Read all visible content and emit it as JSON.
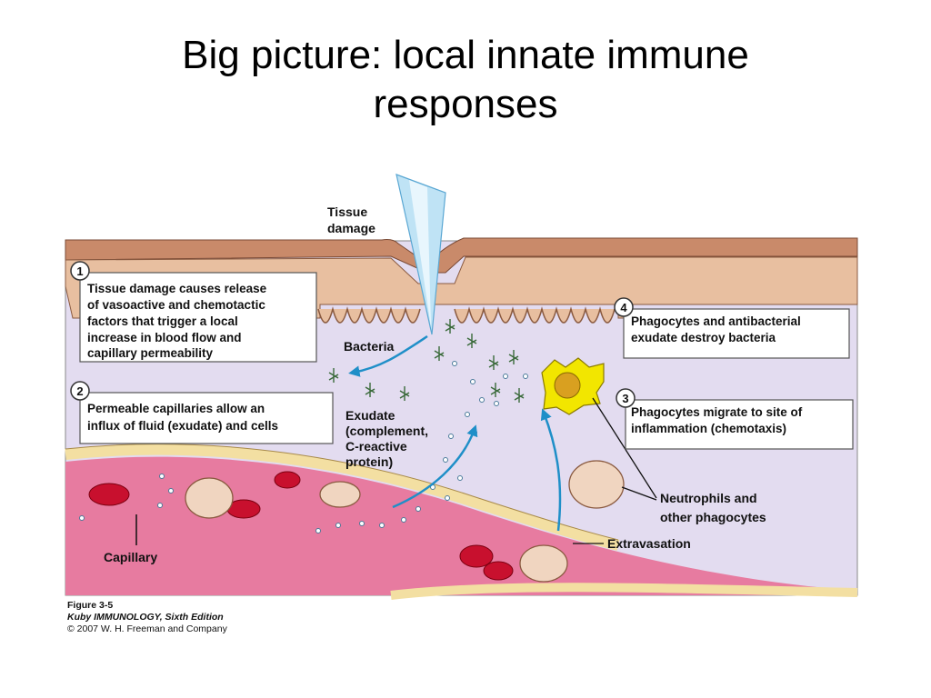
{
  "title": {
    "line1": "Big picture: local innate immune",
    "line2": "responses"
  },
  "labels": {
    "tissue_damage_1": "Tissue",
    "tissue_damage_2": "damage",
    "bacteria": "Bacteria",
    "exudate_1": "Exudate",
    "exudate_2": "(complement,",
    "exudate_3": "C-reactive",
    "exudate_4": "protein)",
    "neutrophils_1": "Neutrophils and",
    "neutrophils_2": "other phagocytes",
    "extravasation": "Extravasation",
    "capillary": "Capillary"
  },
  "steps": [
    {
      "number": "1",
      "lines": [
        "Tissue damage causes release",
        "of vasoactive and chemotactic",
        "factors that trigger a local",
        "increase in blood flow and",
        "capillary permeability"
      ]
    },
    {
      "number": "2",
      "lines": [
        "Permeable capillaries allow an",
        "influx of fluid (exudate) and cells"
      ]
    },
    {
      "number": "3",
      "lines": [
        "Phagocytes migrate to site of",
        "inflammation (chemotaxis)"
      ]
    },
    {
      "number": "4",
      "lines": [
        "Phagocytes and antibacterial",
        "exudate destroy bacteria"
      ]
    }
  ],
  "caption": {
    "figure": "Figure 3-5",
    "book": "Kuby IMMUNOLOGY, Sixth Edition",
    "copyright": "© 2007 W. H. Freeman and Company"
  },
  "colors": {
    "skin": "#c98a6a",
    "epithelium": "#e8bfa0",
    "tissue_bg": "#e3dcf0",
    "blood": "#e77ba0",
    "vessel_wall": "#f3dfa2",
    "rbc": "#c8102e",
    "arrow": "#1f8fc8",
    "phagocyte": "#f2e600"
  }
}
